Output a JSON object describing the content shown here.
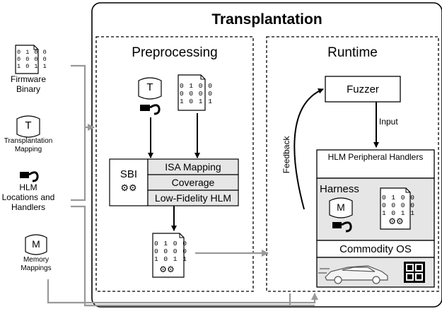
{
  "title": "Transplantation",
  "preprocessing": {
    "title": "Preprocessing",
    "mapping_letter": "T",
    "binary_rows": [
      "0 1 0 0",
      "0 0 0 0",
      "1 0 1 1"
    ],
    "sbi": {
      "label": "SBI",
      "rows": [
        "ISA Mapping",
        "Coverage",
        "Low-Fidelity HLM"
      ]
    },
    "output_binary_rows": [
      "0 1 0 0",
      "0 0 0 0",
      "1 0 1 1"
    ]
  },
  "runtime": {
    "title": "Runtime",
    "fuzzer": "Fuzzer",
    "input_label": "Input",
    "feedback_label": "Feedback",
    "hlm_handlers": "HLM Peripheral Handlers",
    "harness": "Harness",
    "harness_letter": "M",
    "harness_binary_rows": [
      "0 1 0 0",
      "0 0 0 0",
      "1 0 1 1"
    ],
    "commodity_os": "Commodity OS"
  },
  "inputs": {
    "firmware": {
      "rows": [
        "0 1 0 0",
        "0 0 0 0",
        "1 0 1 1"
      ],
      "label_lines": [
        "Firmware",
        "Binary"
      ]
    },
    "transplant": {
      "letter": "T",
      "label_lines": [
        "Transplantation",
        "Mapping"
      ]
    },
    "hlm": {
      "label_lines": [
        "HLM",
        "Locations and",
        "Handlers"
      ]
    },
    "memory": {
      "letter": "M",
      "label_lines": [
        "Memory",
        "Mappings"
      ]
    }
  },
  "colors": {
    "line": "#000000",
    "arrow_gray": "#999999",
    "shade": "#e6e6e6"
  },
  "icons": [
    "binary-document-icon",
    "mapping-scroll-icon",
    "hook-icon",
    "gear-icon",
    "car-icon",
    "chip-icon"
  ]
}
